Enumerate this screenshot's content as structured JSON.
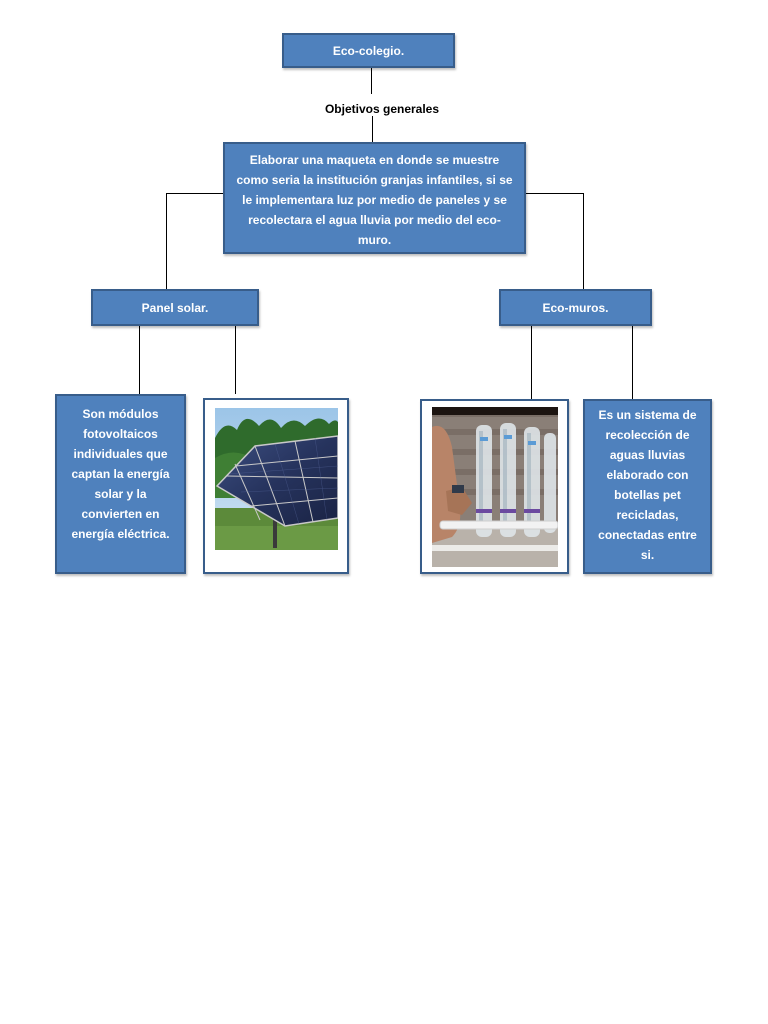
{
  "diagram": {
    "root": "Eco-colegio.",
    "connector_label": "Objetivos generales",
    "objective": "Elaborar una maqueta en donde se muestre como seria la institución granjas infantiles, si se le implementara luz por medio de paneles y se recolectara el agua lluvia por medio del eco-muro.",
    "left_branch": {
      "title": "Panel solar.",
      "description": "Son módulos fotovoltaicos individuales que captan la energía solar y la convierten en energía eléctrica.",
      "image": "solar-panel-photo"
    },
    "right_branch": {
      "title": "Eco-muros.",
      "description": "Es un sistema de recolección de aguas lluvias elaborado con botellas pet recicladas, conectadas entre si.",
      "image": "bottle-wall-photo"
    }
  },
  "colors": {
    "box_fill": "#4f81bd",
    "box_border": "#385d8a",
    "box_text": "#ffffff",
    "line": "#000000"
  }
}
